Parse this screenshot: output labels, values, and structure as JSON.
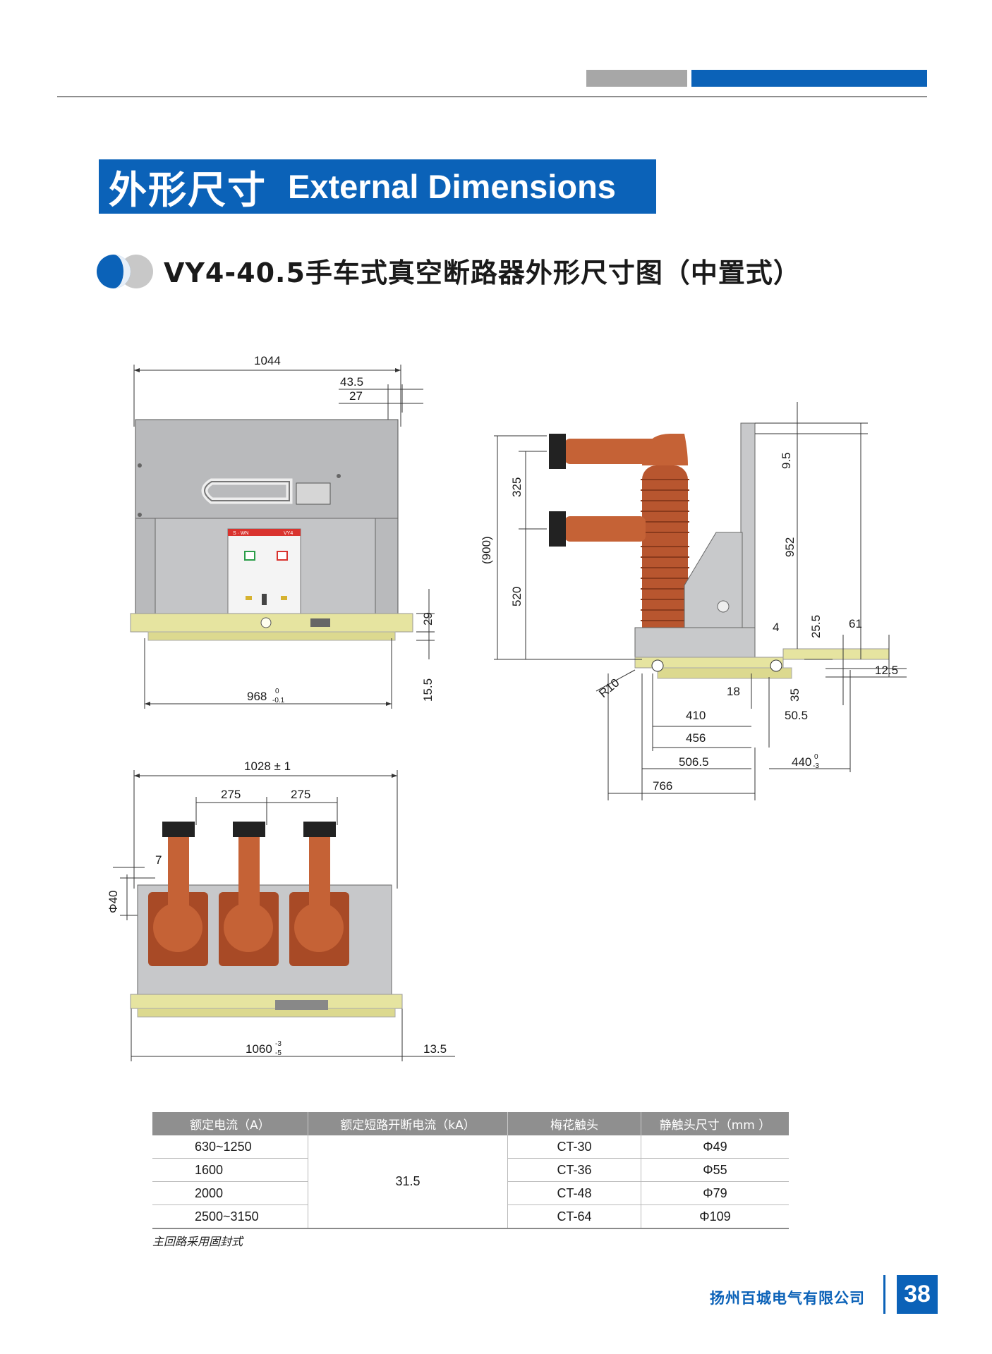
{
  "banner": {
    "title_cn": "外形尺寸",
    "title_en": "External Dimensions"
  },
  "subtitle": "VY4-40.5手车式真空断路器外形尺寸图（中置式）",
  "drawing_front": {
    "panel_brand": "S · WN",
    "panel_model": "VY4",
    "dims": {
      "width": "1044",
      "d1": "43.5",
      "d2": "27",
      "h29": "29",
      "h155": "15.5",
      "rail_main": "968",
      "rail_sup": "0",
      "rail_sub": "-0.1"
    }
  },
  "drawing_side": {
    "dims": {
      "d900": "(900)",
      "d325": "325",
      "d520": "520",
      "d95": "9.5",
      "d952": "952",
      "d4": "4",
      "d255": "25.5",
      "d61": "61",
      "d125": "12.5",
      "r10": "R10",
      "d18": "18",
      "d35": "35",
      "d410": "410",
      "d505": "50.5",
      "d456": "456",
      "d5065": "506.5",
      "d440": "440",
      "d440_sup": "0",
      "d440_sub": "-3",
      "d766": "766"
    }
  },
  "drawing_top": {
    "dims": {
      "width": "1028 ± 1",
      "p1": "275",
      "p2": "275",
      "d7": "7",
      "phi40": "Φ40",
      "w1060": "1060",
      "w1060_sup": "-3",
      "w1060_sub": "-5",
      "d135": "13.5"
    }
  },
  "spec_table": {
    "headers": [
      "额定电流（A）",
      "额定短路开断电流（kA）",
      "梅花触头",
      "静触头尺寸（mm  ）"
    ],
    "short_circuit": "31.5",
    "rows": [
      {
        "current": "630~1250",
        "contact": "CT-30",
        "size": "Φ49"
      },
      {
        "current": "1600",
        "contact": "CT-36",
        "size": "Φ55"
      },
      {
        "current": "2000",
        "contact": "CT-48",
        "size": "Φ79"
      },
      {
        "current": "2500~3150",
        "contact": "CT-64",
        "size": "Φ109"
      }
    ]
  },
  "note": "主回路采用固封式",
  "footer": {
    "company": "扬州百城电气有限公司",
    "page": "38"
  },
  "colors": {
    "brand_blue": "#0b62b8",
    "header_gray": "#a7a7a7",
    "insulator": "#b8562f",
    "rail_yellow": "#e6e4a0"
  }
}
